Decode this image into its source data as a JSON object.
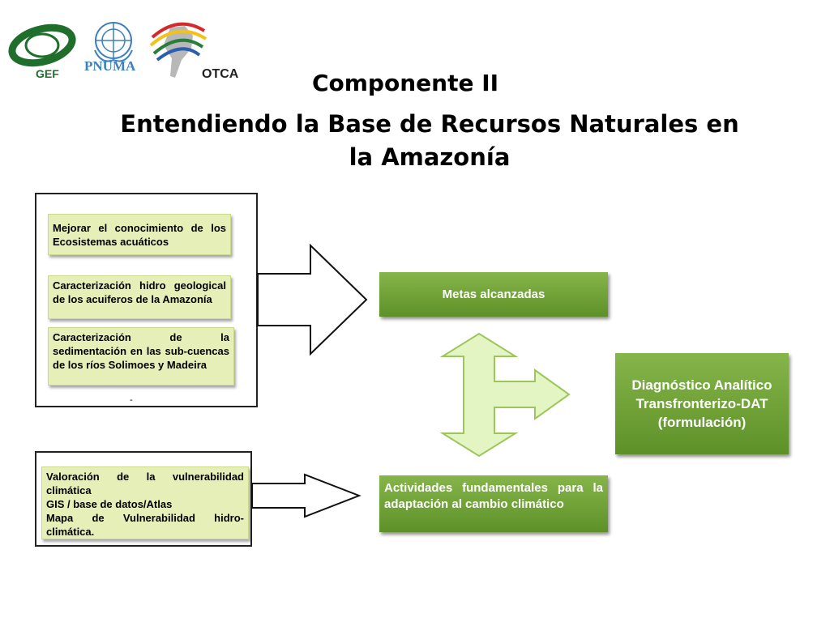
{
  "logos": {
    "gef": "GEF",
    "pnuma": "PNUMA",
    "otca": "OTCA"
  },
  "title": {
    "line1": "Componente II",
    "line2": "Entendiendo la Base de Recursos Naturales en",
    "line3": "la Amazonía"
  },
  "left_group_top": {
    "items": [
      "Mejorar el conocimiento de los Ecosistemas acuáticos",
      "Caracterización hidro geological de los acuiferos de la Amazonía",
      "Caracterización de la sedimentación en las sub-cuencas de los ríos Solimoes y Madeira"
    ],
    "footnote": "-"
  },
  "left_group_bottom": {
    "lines": [
      "Valoración de la vulnerabilidad climática",
      "GIS / base de datos/Atlas",
      "Mapa de Vulnerabilidad hidro-climática."
    ]
  },
  "metas": "Metas alcanzadas",
  "actividades": "Actividades fundamentales para la adaptación al cambio climático",
  "diagnostico": {
    "line1": "Diagnóstico Analítico",
    "line2": "Transfronterizo-DAT",
    "line3": "(formulación)"
  },
  "colors": {
    "green_box": "#6fa236",
    "yellow_box": "#e6efb8",
    "arrow_fill": "#e4f5c4",
    "arrow_stroke": "#9cc65a"
  }
}
